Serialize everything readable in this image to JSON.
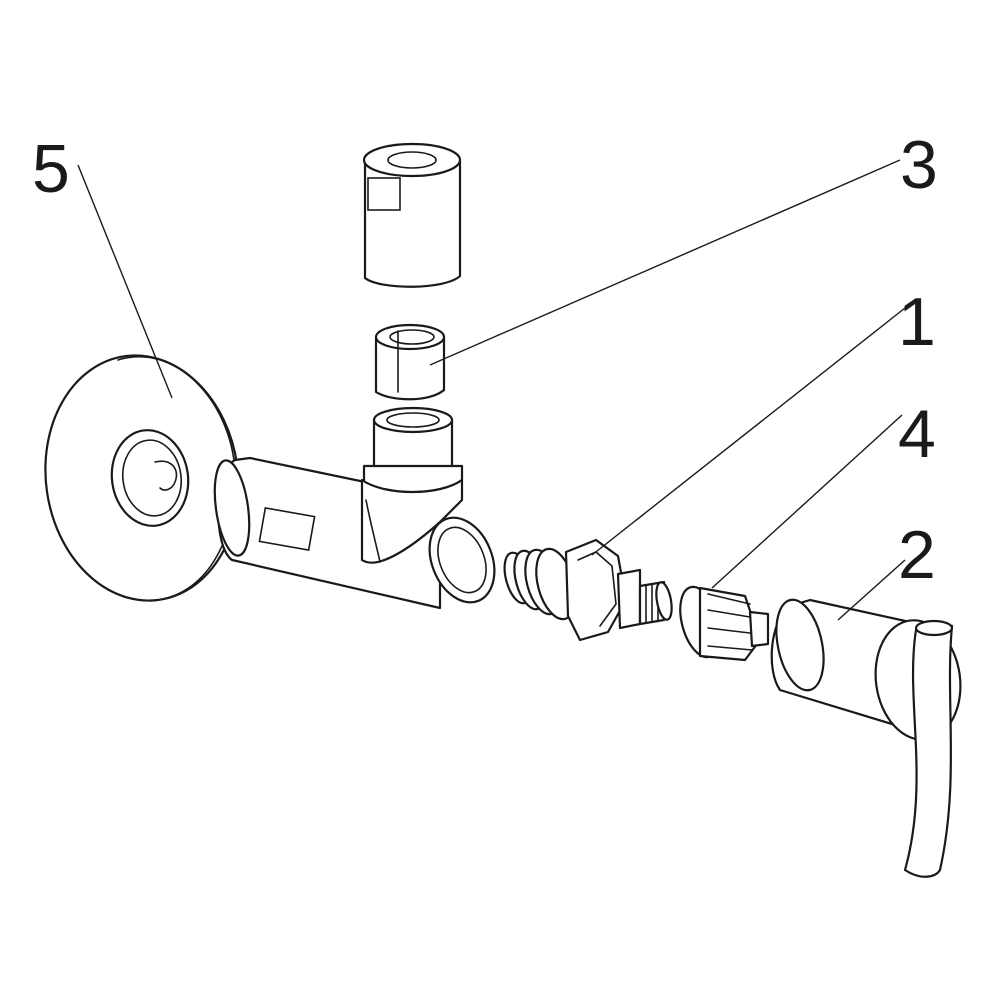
{
  "diagram": {
    "callouts": [
      {
        "id": "callout-5",
        "label": "5"
      },
      {
        "id": "callout-3",
        "label": "3"
      },
      {
        "id": "callout-1",
        "label": "1"
      },
      {
        "id": "callout-4",
        "label": "4"
      },
      {
        "id": "callout-2",
        "label": "2"
      }
    ],
    "colors": {
      "line": "#1a1a1a",
      "background": "#ffffff"
    }
  }
}
